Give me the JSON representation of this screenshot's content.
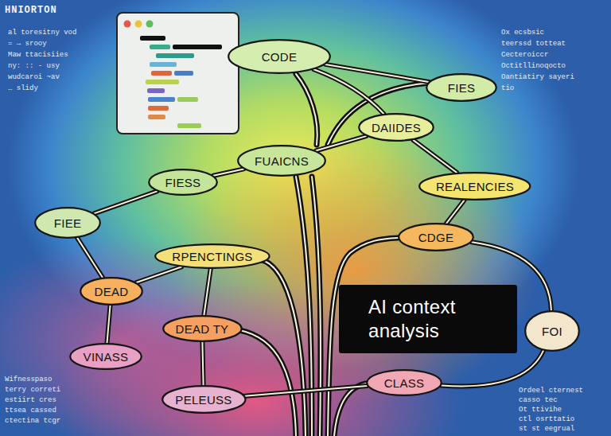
{
  "diagram": {
    "nodes": [
      {
        "text": [
          "CODE"
        ]
      },
      {
        "text": [
          "FIES"
        ]
      },
      {
        "text": [
          "DAIIDES"
        ]
      },
      {
        "text": [
          "FUAICNS"
        ]
      },
      {
        "text": [
          "FIESS"
        ]
      },
      {
        "text": [
          "REALENCIES"
        ]
      },
      {
        "text": [
          "FIEE"
        ]
      },
      {
        "text": [
          "CDGE"
        ]
      },
      {
        "text": [
          "RPENCTINGS"
        ]
      },
      {
        "text": [
          "DEAD"
        ]
      },
      {
        "text": [
          "AI context analysis"
        ]
      },
      {
        "text": [
          "DEAD TY"
        ]
      },
      {
        "text": [
          "FOI"
        ]
      },
      {
        "text": [
          "VINASS"
        ]
      },
      {
        "text": [
          "CLASS"
        ]
      },
      {
        "text": [
          "PELEUSS"
        ]
      }
    ],
    "edges": [
      {
        "from": 0,
        "to": 1,
        "arrow": "none"
      },
      {
        "from": 0,
        "to": 2,
        "arrow": "none"
      },
      {
        "from": 2,
        "to": 5,
        "arrow": "none"
      },
      {
        "from": 3,
        "to": 4,
        "arrow": "none"
      },
      {
        "from": 3,
        "to": 2,
        "arrow": "none"
      },
      {
        "from": 4,
        "to": 6,
        "arrow": "none"
      },
      {
        "from": 6,
        "to": 9,
        "arrow": "none"
      },
      {
        "from": 8,
        "to": 9,
        "arrow": "none"
      },
      {
        "from": 8,
        "to": 11,
        "arrow": "none"
      },
      {
        "from": 9,
        "to": 13,
        "arrow": "none"
      },
      {
        "from": 11,
        "to": 15,
        "arrow": "none"
      },
      {
        "from": 5,
        "to": 7,
        "arrow": "none"
      },
      {
        "from": 7,
        "to": 12,
        "arrow": "none"
      },
      {
        "from": 12,
        "to": 14,
        "arrow": "none"
      },
      {
        "from": 14,
        "to": 15,
        "arrow": "none"
      }
    ],
    "labels": [
      "HNIORTON",
      "al toresitny vod",
      "= → srooy",
      "Maw ttacisiies",
      "ny: :: - usy",
      "wudcaroi ~av",
      "… slidy",
      "Ox ecsbsic",
      "teerssd totteat",
      "Cecteroiccr",
      "Octitllinoqocto",
      "Oantiatiry sayeri",
      "tio",
      "Wifnesspaso",
      "terry correti",
      "estiirt cres",
      "ttsea cassed",
      "ctectina tcgr",
      "Ordeel cternest",
      "casso tec",
      "Ot ttivihe",
      "ctl osrttatio",
      "st st eegrual"
    ]
  }
}
